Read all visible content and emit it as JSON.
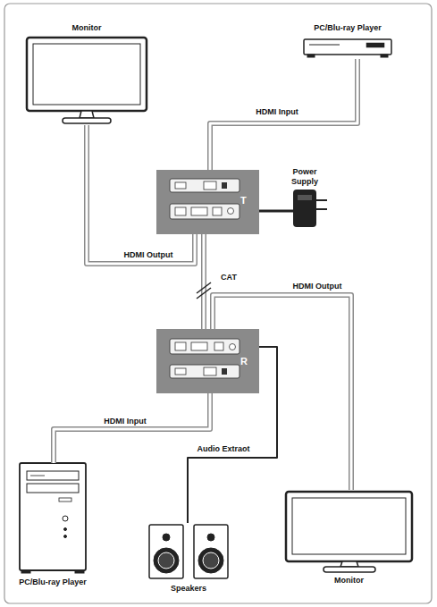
{
  "diagram": {
    "nodes": [
      {
        "text": [
          "Monitor"
        ]
      },
      {
        "text": [
          "PC/Blu-ray Player"
        ]
      },
      {
        "text": [
          "T"
        ]
      },
      {
        "text": [
          "Power Supply"
        ]
      },
      {
        "text": [
          "R"
        ]
      },
      {
        "text": [
          "PC/Blu-ray Player"
        ]
      },
      {
        "text": [
          "Speakers"
        ]
      },
      {
        "text": [
          "Monitor"
        ]
      }
    ],
    "edges": [
      {
        "from": 1,
        "to": 2,
        "label": "HDMI Input",
        "arrow": "none"
      },
      {
        "from": 2,
        "to": 0,
        "label": "HDMI Output",
        "arrow": "none"
      },
      {
        "from": 2,
        "to": 4,
        "label": "CAT",
        "arrow": "none"
      },
      {
        "from": 2,
        "to": 3,
        "arrow": "none"
      },
      {
        "from": 4,
        "to": 7,
        "label": "HDMI Output",
        "arrow": "none"
      },
      {
        "from": 5,
        "to": 4,
        "label": "HDMI Input",
        "arrow": "none"
      },
      {
        "from": 4,
        "to": 6,
        "label": "Audio Extraot",
        "arrow": "none"
      }
    ]
  }
}
